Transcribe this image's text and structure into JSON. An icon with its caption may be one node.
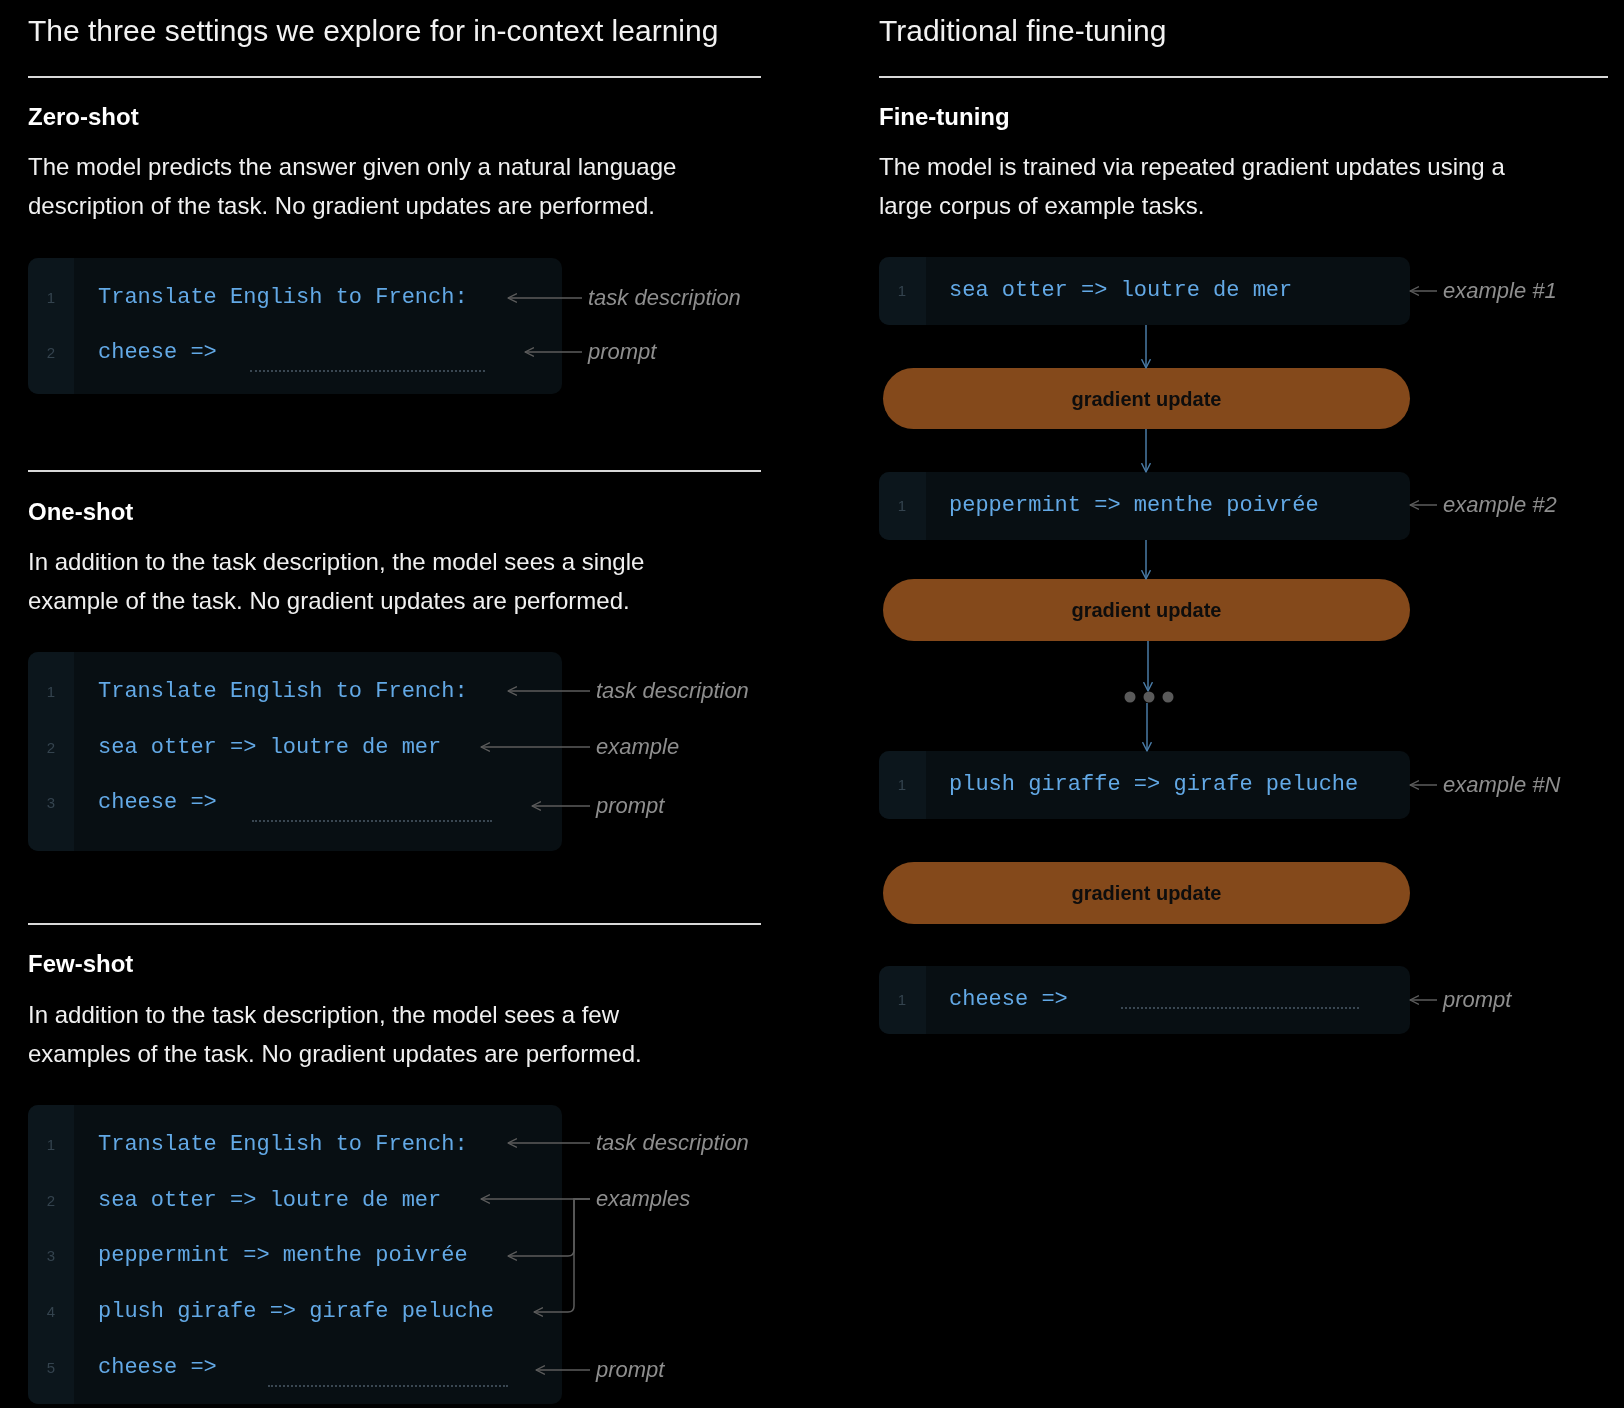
{
  "diagram": {
    "nodes": [
      {
        "text": [],
        "shape": "box"
      },
      {
        "text": [
          "1",
          "Translate English to French:"
        ],
        "in": 0
      },
      {
        "text": [
          "2",
          "cheese =>"
        ],
        "in": 0
      },
      {
        "text": [
          "task description"
        ]
      },
      {
        "text": [
          "prompt"
        ]
      },
      {
        "text": [],
        "shape": "box"
      },
      {
        "text": [
          "1",
          "Translate English to French:"
        ],
        "in": 5
      },
      {
        "text": [
          "2",
          "sea otter => loutre de mer"
        ],
        "in": 5
      },
      {
        "text": [
          "3",
          "cheese =>"
        ],
        "in": 5
      },
      {
        "text": [
          "task description"
        ]
      },
      {
        "text": [
          "example"
        ]
      },
      {
        "text": [
          "prompt"
        ]
      },
      {
        "text": [],
        "shape": "box"
      },
      {
        "text": [
          "1",
          "Translate English to French:"
        ],
        "in": 12
      },
      {
        "text": [
          "2",
          "sea otter => loutre de mer"
        ],
        "in": 12
      },
      {
        "text": [
          "3",
          "peppermint => menthe poivrée"
        ],
        "in": 12
      },
      {
        "text": [
          "4",
          "plush girafe => girafe peluche"
        ],
        "in": 12
      },
      {
        "text": [
          "5",
          "cheese =>"
        ],
        "in": 12
      },
      {
        "text": [
          "task description"
        ]
      },
      {
        "text": [
          "examples"
        ]
      },
      {
        "text": [
          "prompt"
        ]
      },
      {
        "text": [
          "1",
          "sea otter => loutre de mer"
        ]
      },
      {
        "text": [
          "example #1"
        ]
      },
      {
        "text": [
          "gradient update"
        ]
      },
      {
        "text": [
          "1",
          "peppermint => menthe poivrée"
        ]
      },
      {
        "text": [
          "example #2"
        ]
      },
      {
        "text": [
          "gradient update"
        ]
      },
      {
        "text": [],
        "shape": "ellipsis"
      },
      {
        "text": [
          "1",
          "plush giraffe => girafe peluche"
        ]
      },
      {
        "text": [
          "example #N"
        ]
      },
      {
        "text": [
          "gradient update"
        ]
      },
      {
        "text": [
          "1",
          "cheese =>"
        ]
      },
      {
        "text": [
          "prompt"
        ]
      }
    ],
    "edges": [
      {
        "from": 3,
        "to": 1,
        "arrow": "to"
      },
      {
        "from": 4,
        "to": 2,
        "arrow": "to"
      },
      {
        "from": 9,
        "to": 6,
        "arrow": "to"
      },
      {
        "from": 10,
        "to": 7,
        "arrow": "to"
      },
      {
        "from": 11,
        "to": 8,
        "arrow": "to"
      },
      {
        "from": 18,
        "to": 13,
        "arrow": "to"
      },
      {
        "from": 19,
        "to": 14,
        "arrow": "to"
      },
      {
        "from": 19,
        "to": 15,
        "arrow": "to"
      },
      {
        "from": 19,
        "to": 16,
        "arrow": "to"
      },
      {
        "from": 20,
        "to": 17,
        "arrow": "to"
      },
      {
        "from": 22,
        "to": 21,
        "arrow": "to"
      },
      {
        "from": 21,
        "to": 23,
        "arrow": "to",
        "color": "#4a7ba6"
      },
      {
        "from": 23,
        "to": 24,
        "arrow": "to",
        "color": "#4a7ba6"
      },
      {
        "from": 25,
        "to": 24,
        "arrow": "to"
      },
      {
        "from": 24,
        "to": 26,
        "arrow": "to",
        "color": "#4a7ba6"
      },
      {
        "from": 26,
        "to": 27,
        "arrow": "to",
        "color": "#4a7ba6"
      },
      {
        "from": 27,
        "to": 28,
        "arrow": "to",
        "color": "#4a7ba6"
      },
      {
        "from": 29,
        "to": 28,
        "arrow": "to"
      },
      {
        "from": 32,
        "to": 31,
        "arrow": "to"
      }
    ],
    "labels": [
      "The three settings we explore for in-context learning",
      "Zero-shot",
      "The model predicts the answer given only a natural language description of the task. No gradient updates are performed.",
      "One-shot",
      "In addition to the task description, the model sees a single example of the task. No gradient updates are performed.",
      "Few-shot",
      "In addition to the task description, the model sees a few examples of the task. No gradient updates are performed.",
      "Traditional fine-tuning",
      "Fine-tuning",
      "The model is trained via repeated gradient updates using a large corpus of example tasks."
    ]
  }
}
